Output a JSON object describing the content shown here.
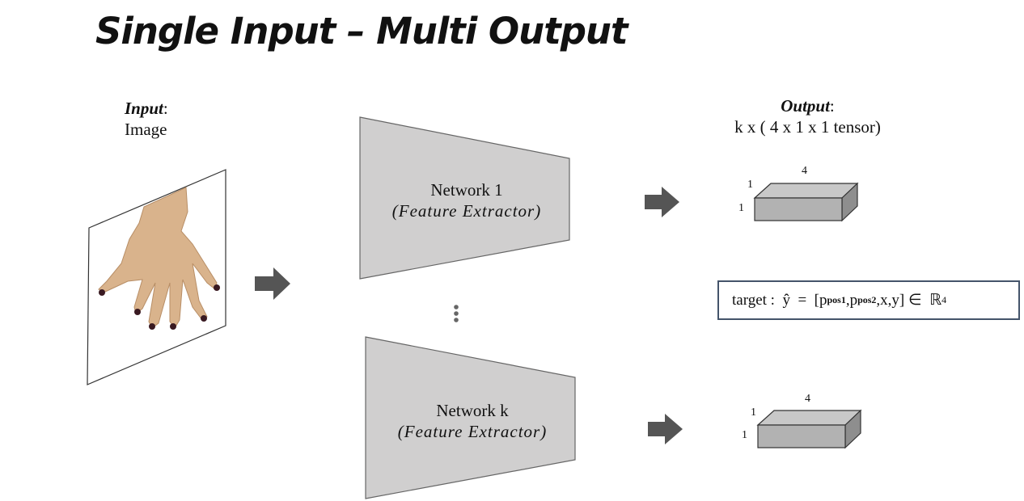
{
  "title": "Single Input – Multi Output",
  "input": {
    "heading": "Input",
    "colon": ":",
    "desc": "Image"
  },
  "output": {
    "heading": "Output",
    "colon": ":",
    "desc": "k x ( 4 x 1 x 1 tensor)"
  },
  "networks": [
    {
      "name": "Network 1",
      "sub": "(Feature Extractor)"
    },
    {
      "name": "Network k",
      "sub": "(Feature Extractor)"
    }
  ],
  "tensors": [
    {
      "width": "4",
      "depth": "1",
      "height": "1"
    },
    {
      "width": "4",
      "depth": "1",
      "height": "1"
    }
  ],
  "target": {
    "prefix": "target :",
    "yhat": "ŷ",
    "eq": "=",
    "open": "[p",
    "sub1": "pos1",
    "mid": ",p",
    "sub2": "pos2",
    "rest": ",x,y]",
    "in": "∈",
    "R": "ℝ",
    "exp": "4"
  },
  "colors": {
    "shape_fill": "#d0cfcf",
    "arrow": "#555555",
    "box_border": "#44546a"
  }
}
